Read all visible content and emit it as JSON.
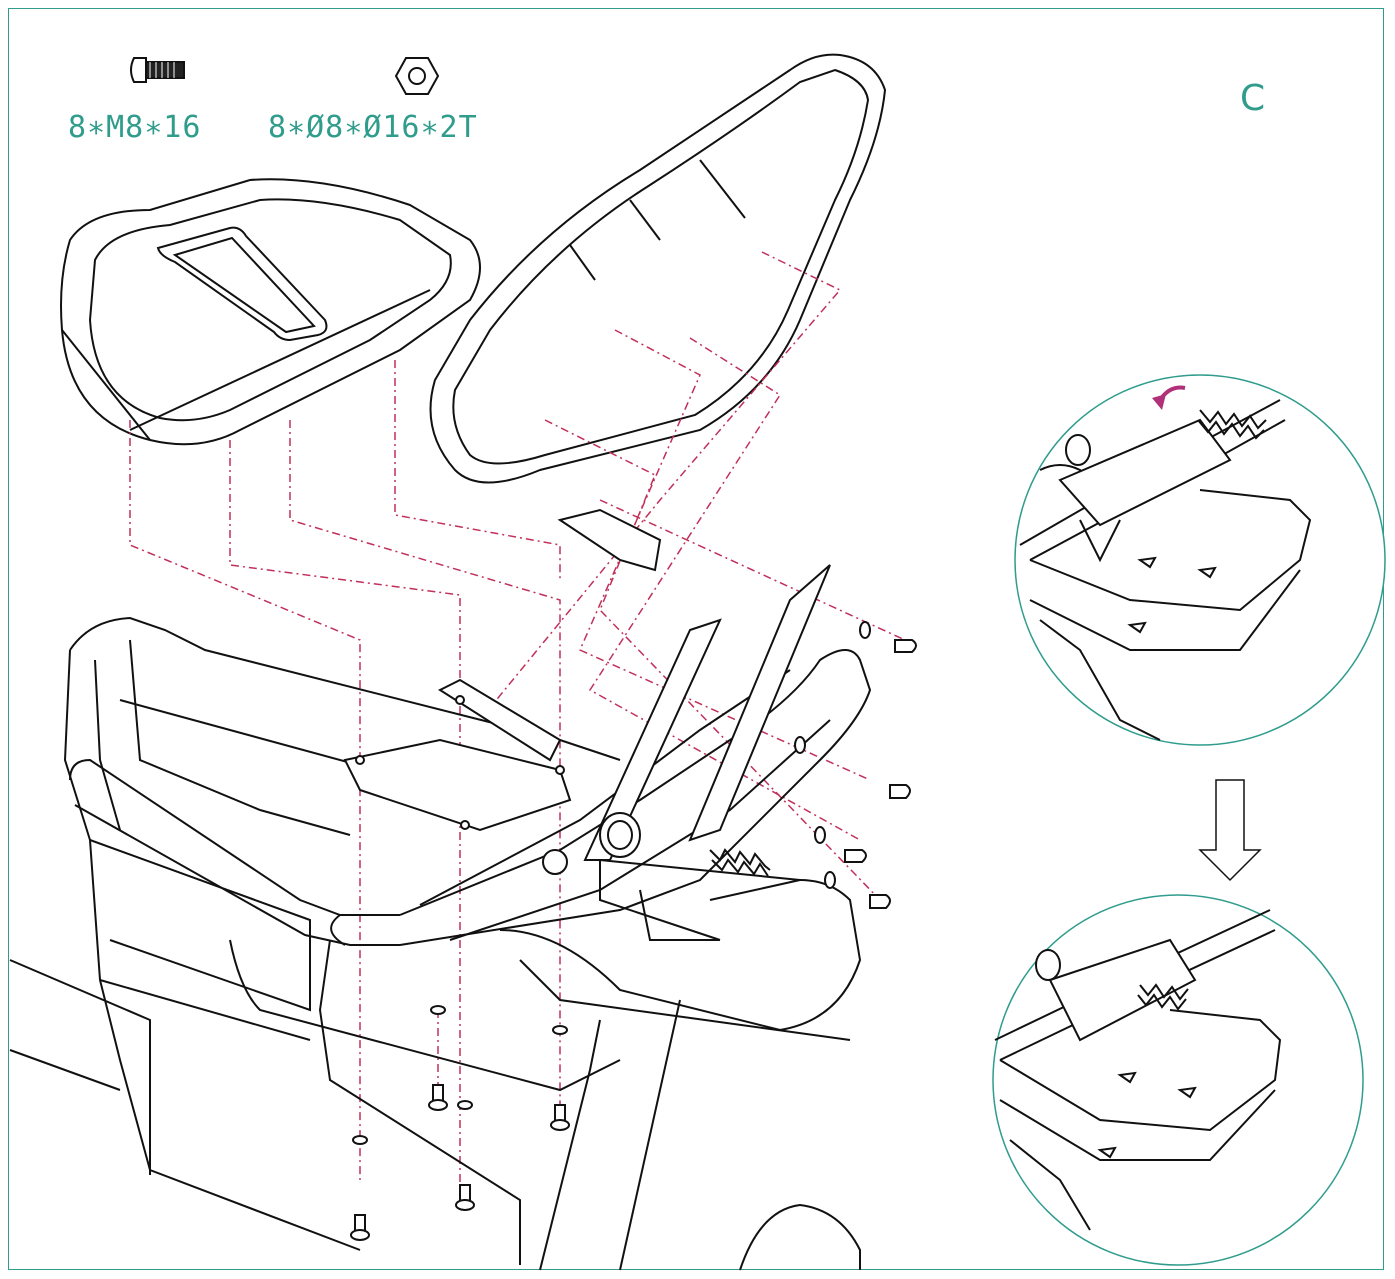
{
  "diagram": {
    "step": "C",
    "hardware": [
      {
        "icon": "bolt-icon",
        "spec": "8∗M8∗16"
      },
      {
        "icon": "washer-icon",
        "spec": "8∗Ø8∗Ø16∗2T"
      }
    ],
    "colors": {
      "frame": "#2f9c8c",
      "guide_lines": "#c0305a",
      "lines": "#111111",
      "rotation_arrow": "#b0307a"
    }
  }
}
